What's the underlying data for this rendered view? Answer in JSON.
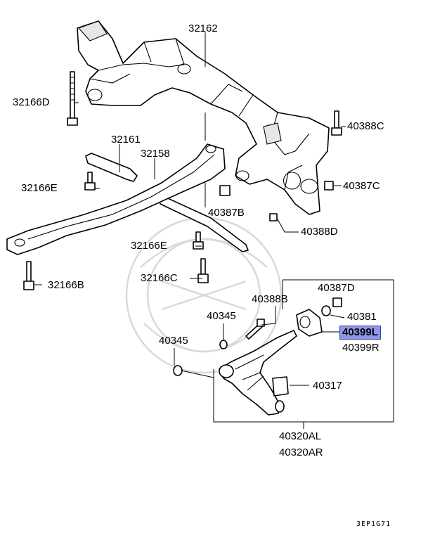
{
  "labels": {
    "l32162": "32162",
    "l32166D": "32166D",
    "l40388C": "40388C",
    "l32161": "32161",
    "l32158": "32158",
    "l32166E_a": "32166E",
    "l40387C": "40387C",
    "l40387B": "40387B",
    "l40388D": "40388D",
    "l32166E_b": "32166E",
    "l32166C": "32166C",
    "l32166B": "32166B",
    "l40387D": "40387D",
    "l40388B": "40388B",
    "l40345_a": "40345",
    "l40381": "40381",
    "l40399L": "40399L",
    "l40399R": "40399R",
    "l40345_b": "40345",
    "l40317": "40317",
    "l40320AL": "40320AL",
    "l40320AR": "40320AR"
  },
  "diagram_code": "3EP1G71",
  "highlight_color": "#8f96e6"
}
